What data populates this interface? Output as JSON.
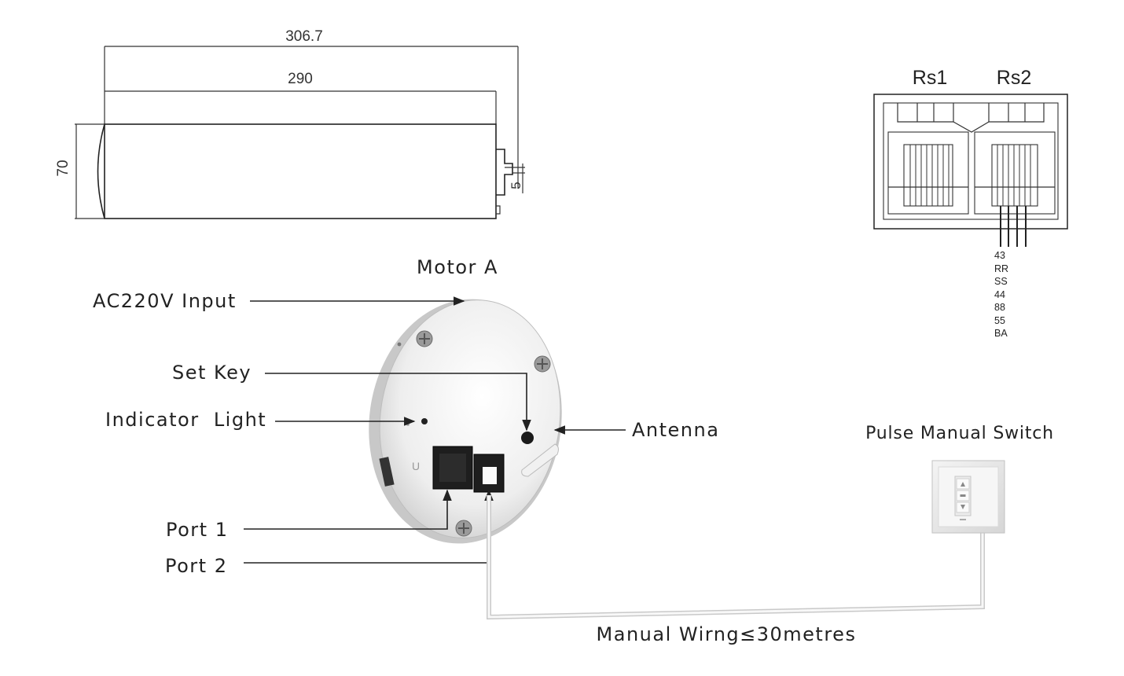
{
  "dimensions": {
    "overall_length": "306.7",
    "body_length": "290",
    "diameter": "70",
    "shaft": "5"
  },
  "connector": {
    "left_label": "Rs1",
    "right_label": "Rs2",
    "pins": [
      "43",
      "RR",
      "SS",
      "44",
      "88",
      "55",
      "BA"
    ]
  },
  "motor": {
    "title": "Motor A",
    "callouts": {
      "ac_input": "AC220V Input",
      "set_key": "Set Key",
      "indicator_light": "Indicator  Light",
      "antenna": "Antenna",
      "port1": "Port 1",
      "port2": "Port 2"
    }
  },
  "switch": {
    "title": "Pulse Manual Switch"
  },
  "wiring": {
    "label": "Manual Wirng≤30metres"
  }
}
